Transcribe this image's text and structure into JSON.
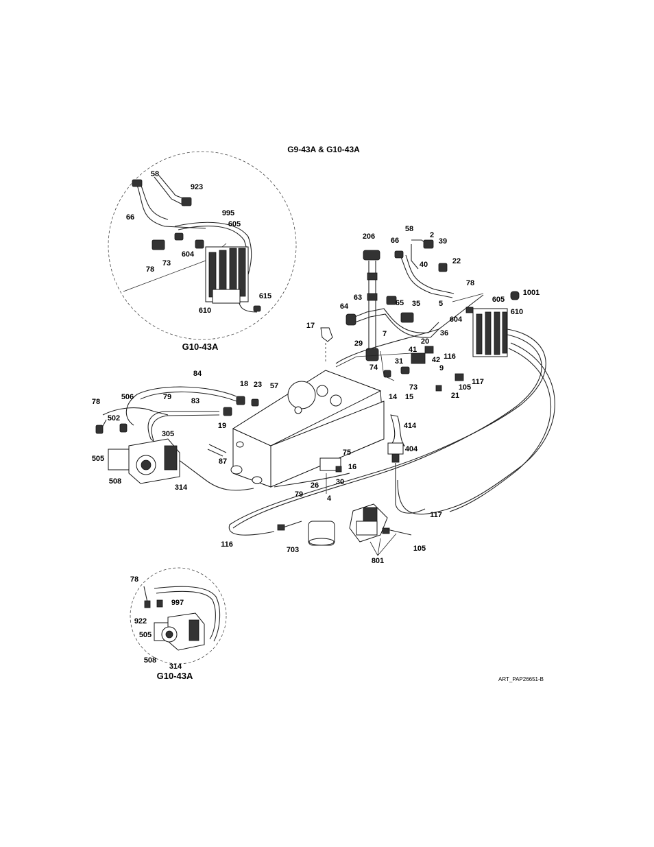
{
  "title": "G9-43A & G10-43A",
  "art_number": "ART_PAP26651-B",
  "detail_views": [
    {
      "label": "G10-43A",
      "callouts": [
        "58",
        "923",
        "66",
        "995",
        "605",
        "73",
        "604",
        "78",
        "615",
        "610"
      ]
    },
    {
      "label": "G10-43A",
      "callouts": [
        "78",
        "997",
        "922",
        "505",
        "508",
        "314"
      ]
    }
  ],
  "main_callouts": [
    "206",
    "58",
    "66",
    "2",
    "39",
    "40",
    "22",
    "78",
    "605",
    "1001",
    "610",
    "63",
    "64",
    "65",
    "35",
    "5",
    "604",
    "17",
    "36",
    "29",
    "7",
    "20",
    "116",
    "31",
    "41",
    "42",
    "74",
    "9",
    "73",
    "117",
    "14",
    "15",
    "105",
    "21",
    "84",
    "18",
    "23",
    "57",
    "78",
    "506",
    "79",
    "83",
    "502",
    "19",
    "305",
    "414",
    "505",
    "508",
    "314",
    "87",
    "75",
    "16",
    "404",
    "79",
    "26",
    "30",
    "4",
    "117",
    "116",
    "703",
    "801",
    "105"
  ]
}
